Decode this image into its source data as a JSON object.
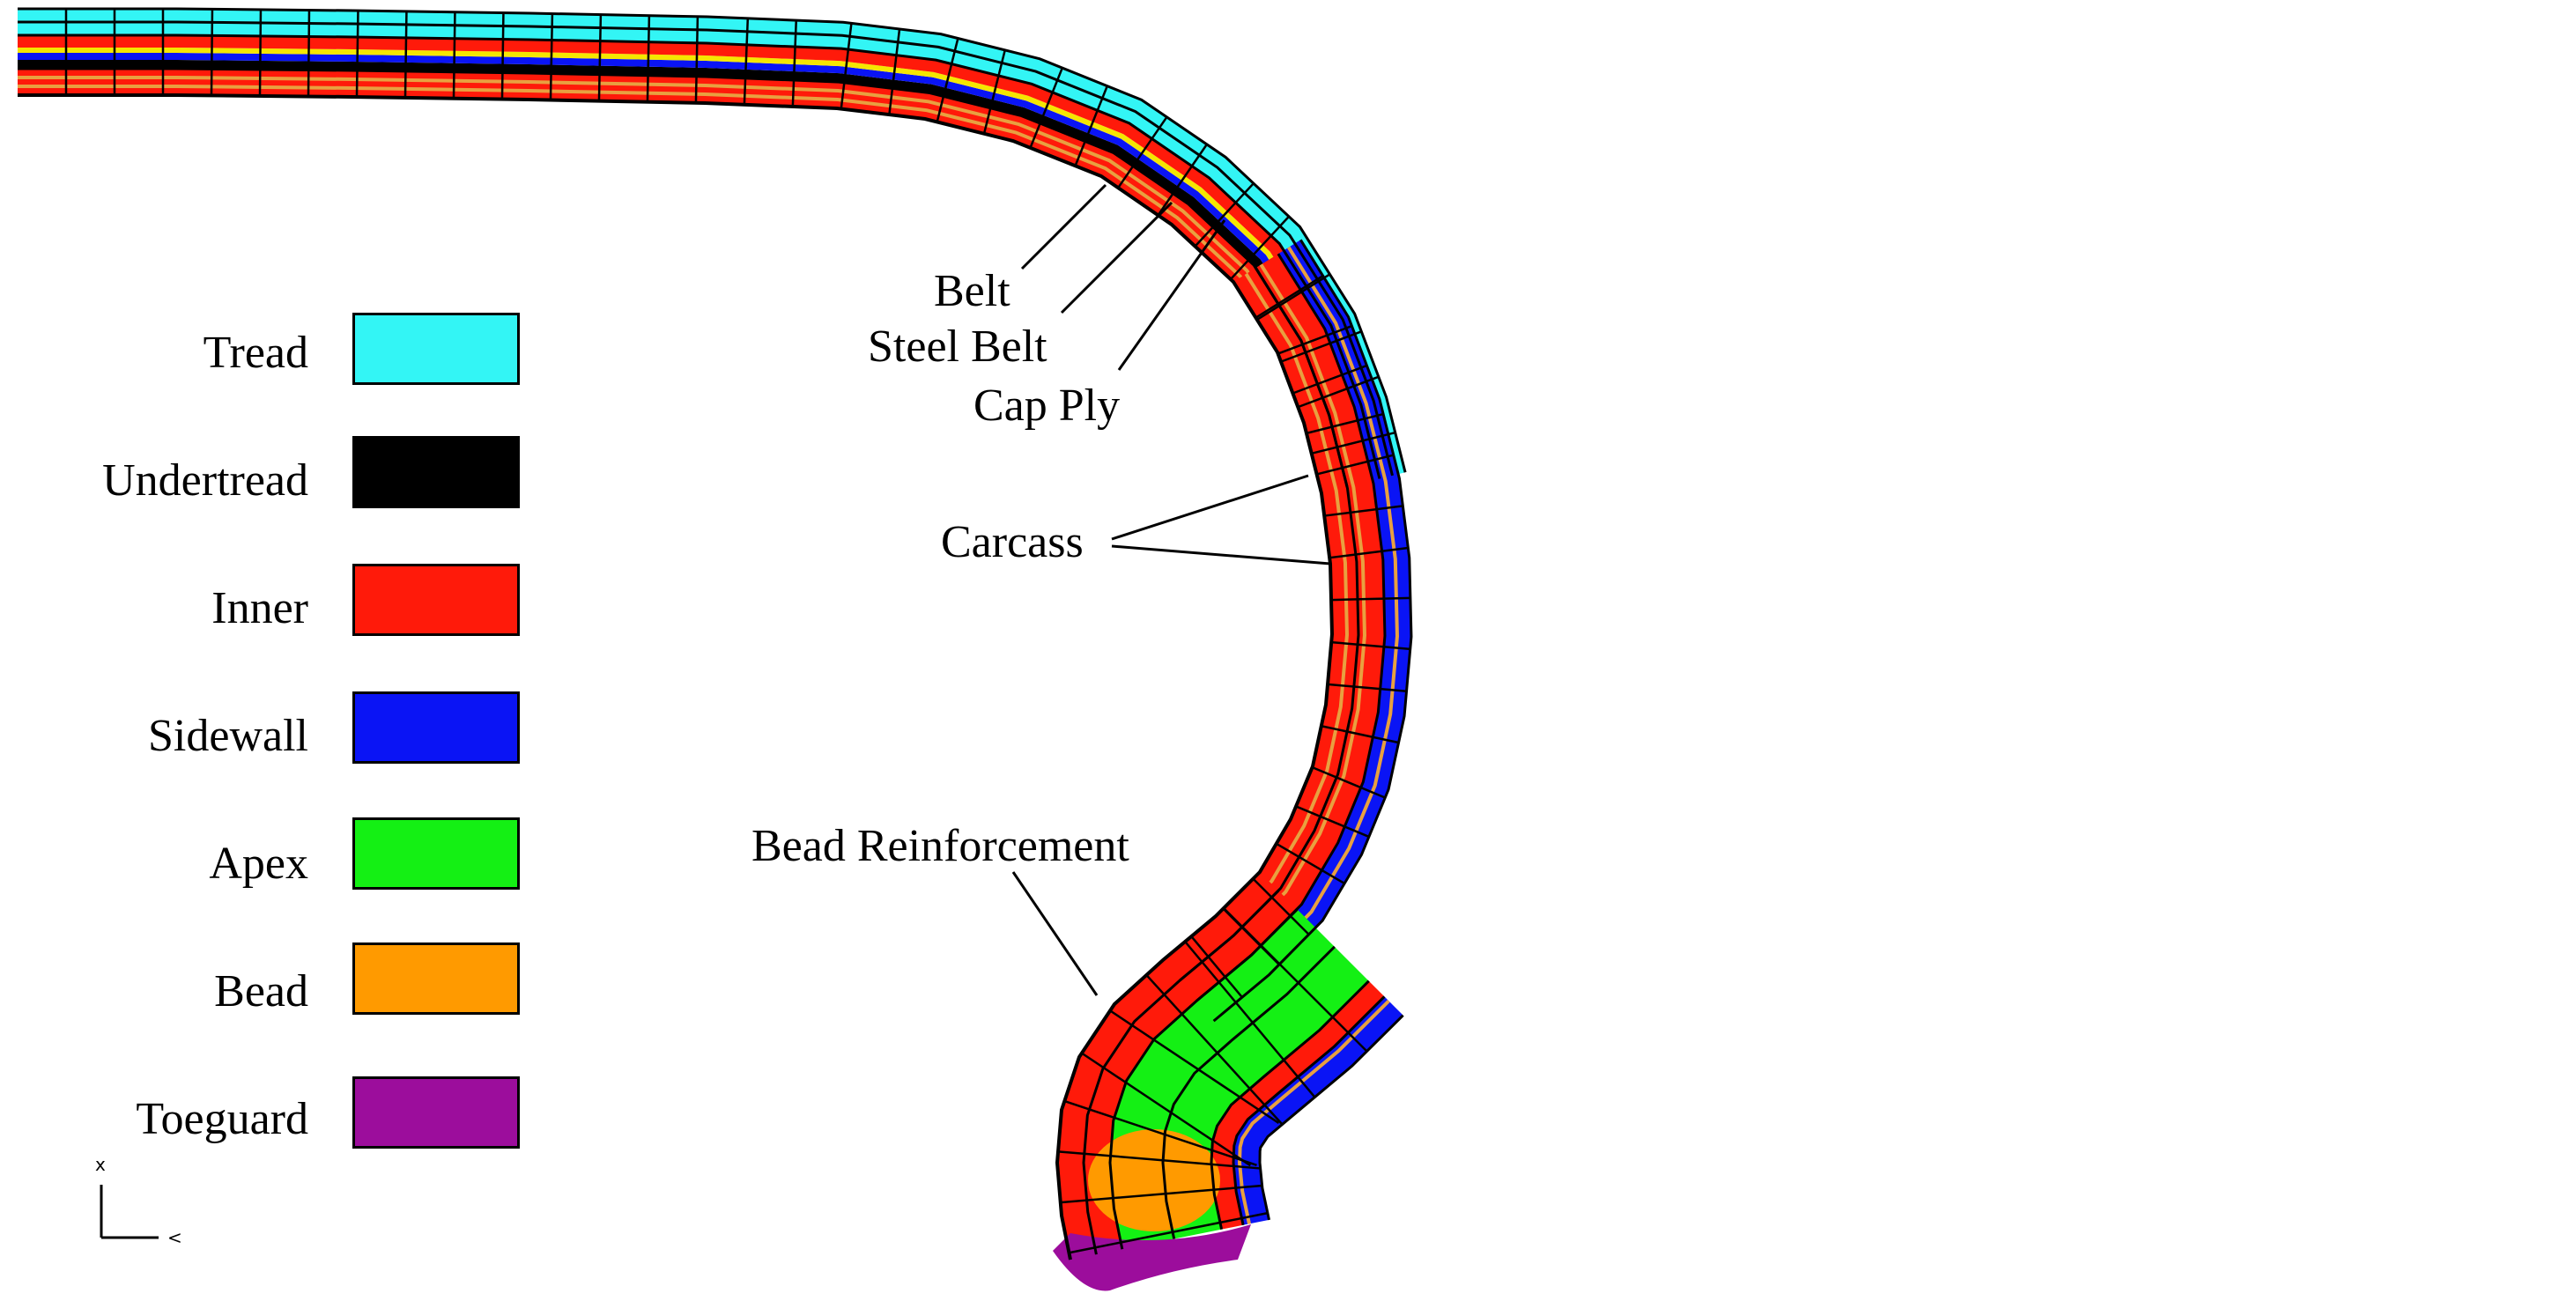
{
  "legend": [
    {
      "label": "Tread",
      "color": "#33f5f5"
    },
    {
      "label": "Undertread",
      "color": "#000000"
    },
    {
      "label": "Inner",
      "color": "#ff1a0a"
    },
    {
      "label": "Sidewall",
      "color": "#0a14f5"
    },
    {
      "label": "Apex",
      "color": "#14f014"
    },
    {
      "label": "Bead",
      "color": "#ff9a00"
    },
    {
      "label": "Toeguard",
      "color": "#9c0d9c"
    }
  ],
  "callouts": {
    "belt": "Belt",
    "steel_belt": "Steel Belt",
    "cap_ply": "Cap Ply",
    "carcass": "Carcass",
    "bead_reinforcement": "Bead Reinforcement"
  },
  "axes": {
    "x": "x",
    "y": "<"
  },
  "colors": {
    "tread": "#33f5f5",
    "undertread": "#000000",
    "inner": "#ff1a0a",
    "sidewall": "#0a14f5",
    "apex": "#14f014",
    "bead": "#ff9a00",
    "toeguard": "#9c0d9c",
    "cap_ply": "#f5e600",
    "ply_line": "#e8a040"
  }
}
